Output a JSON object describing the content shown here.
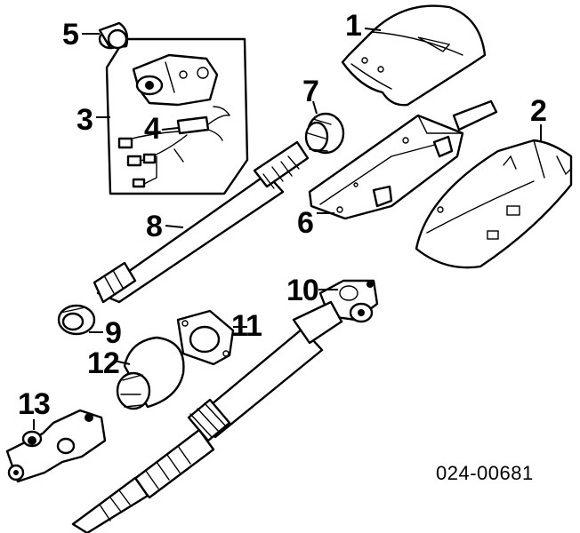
{
  "diagram": {
    "part_number": "024-00681",
    "callouts": [
      {
        "id": "1",
        "label": "1"
      },
      {
        "id": "2",
        "label": "2"
      },
      {
        "id": "3",
        "label": "3"
      },
      {
        "id": "4",
        "label": "4"
      },
      {
        "id": "5",
        "label": "5"
      },
      {
        "id": "6",
        "label": "6"
      },
      {
        "id": "7",
        "label": "7"
      },
      {
        "id": "8",
        "label": "8"
      },
      {
        "id": "9",
        "label": "9"
      },
      {
        "id": "10",
        "label": "10"
      },
      {
        "id": "11",
        "label": "11"
      },
      {
        "id": "12",
        "label": "12"
      },
      {
        "id": "13",
        "label": "13"
      }
    ]
  }
}
